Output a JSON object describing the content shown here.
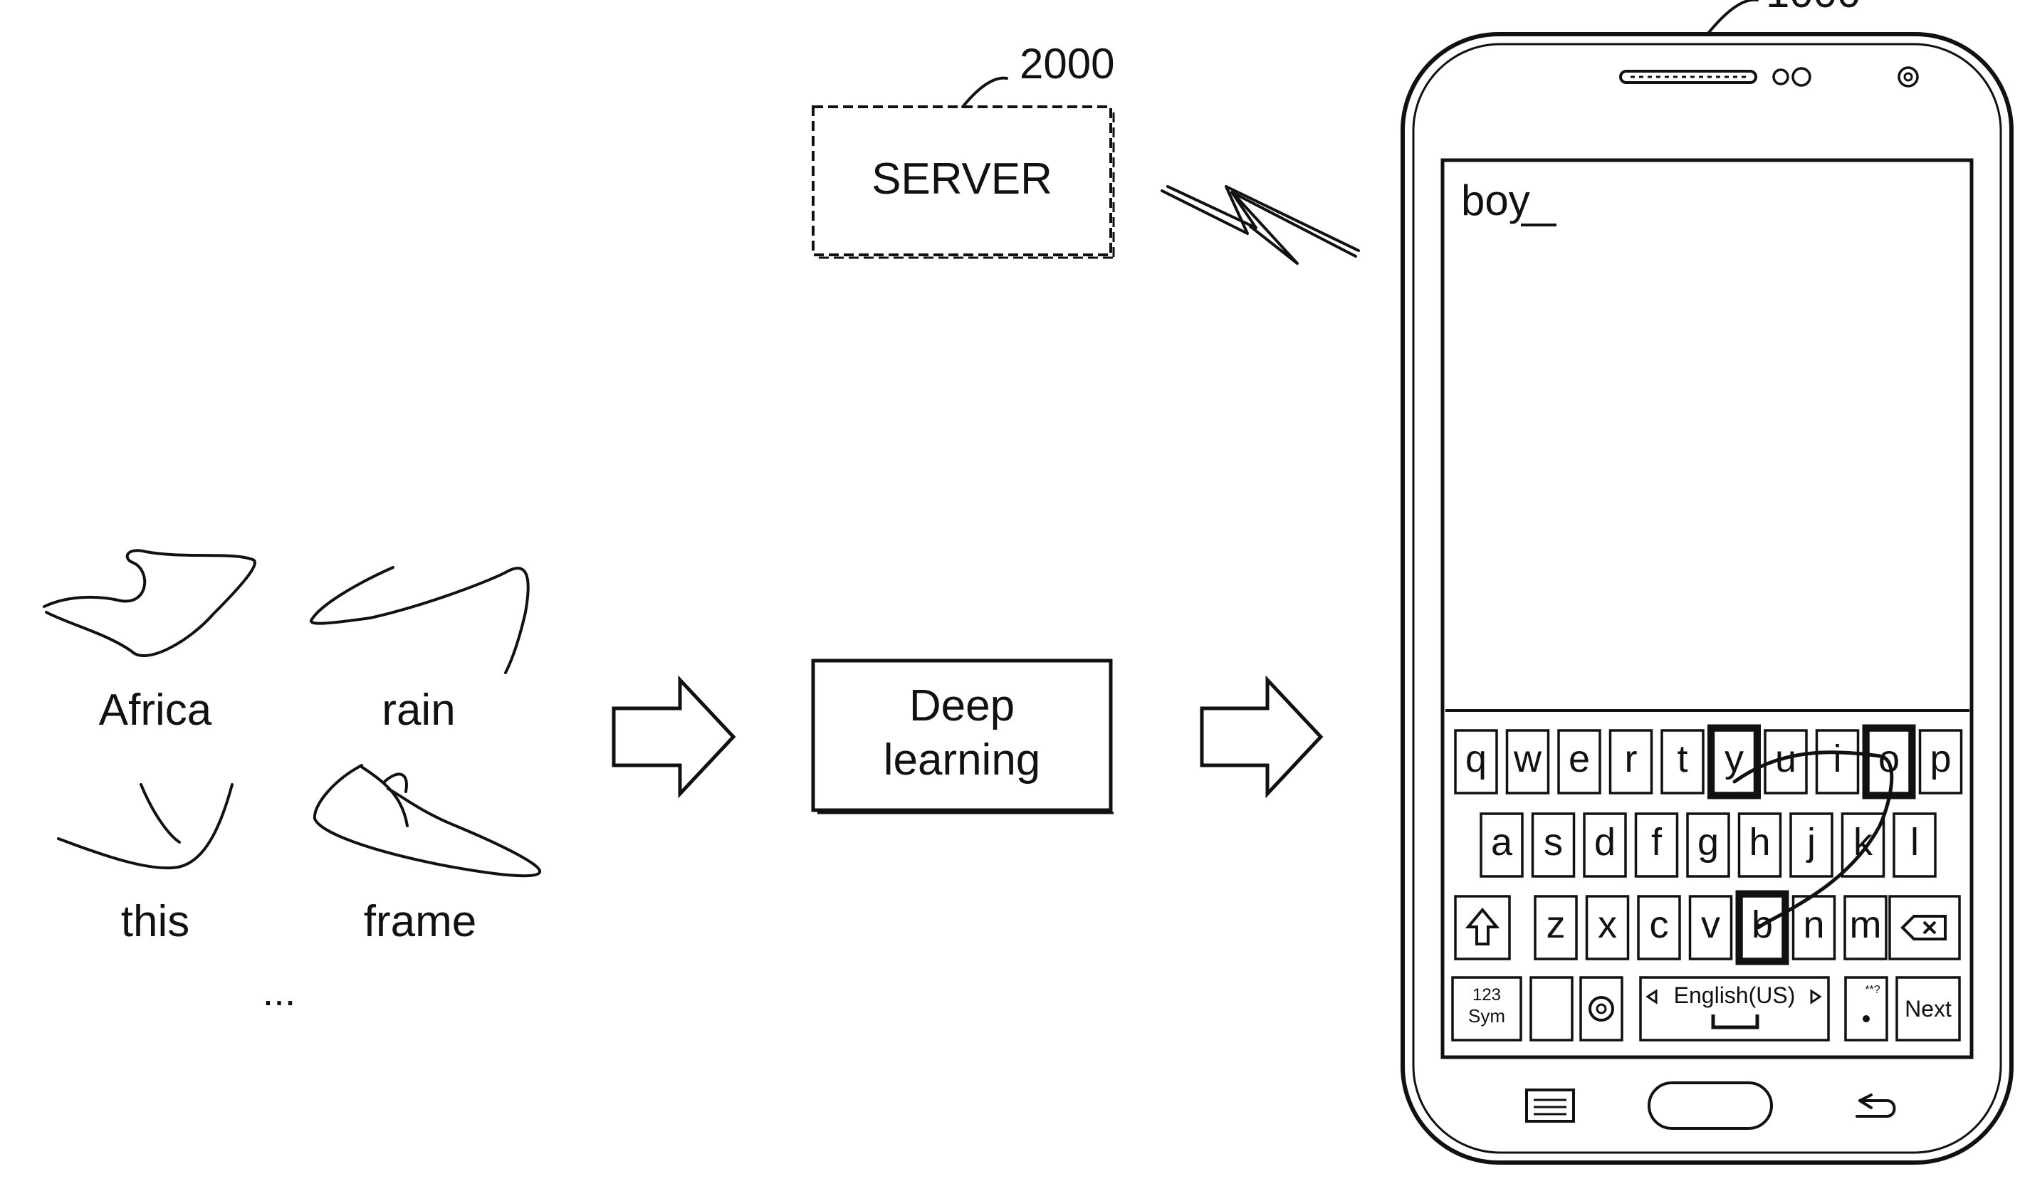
{
  "server": {
    "ref": "2000",
    "label": "SERVER"
  },
  "device": {
    "ref": "1000",
    "typed_text": "boy"
  },
  "process": {
    "line1": "Deep",
    "line2": "learning"
  },
  "samples": [
    {
      "word": "Africa"
    },
    {
      "word": "rain"
    },
    {
      "word": "this"
    },
    {
      "word": "frame"
    }
  ],
  "samples_more": "...",
  "keyboard": {
    "row1": [
      "q",
      "w",
      "e",
      "r",
      "t",
      "y",
      "u",
      "i",
      "o",
      "p"
    ],
    "row2": [
      "a",
      "s",
      "d",
      "f",
      "g",
      "h",
      "j",
      "k",
      "l"
    ],
    "row3": [
      "z",
      "x",
      "c",
      "v",
      "b",
      "n",
      "m"
    ],
    "sym_line1": "123",
    "sym_line2": "Sym",
    "language": "English(US)",
    "dot_sup": "**?",
    "next": "Next",
    "highlighted": [
      "y",
      "o",
      "b"
    ]
  },
  "colors": {
    "ink": "#111111",
    "background": "#ffffff"
  }
}
